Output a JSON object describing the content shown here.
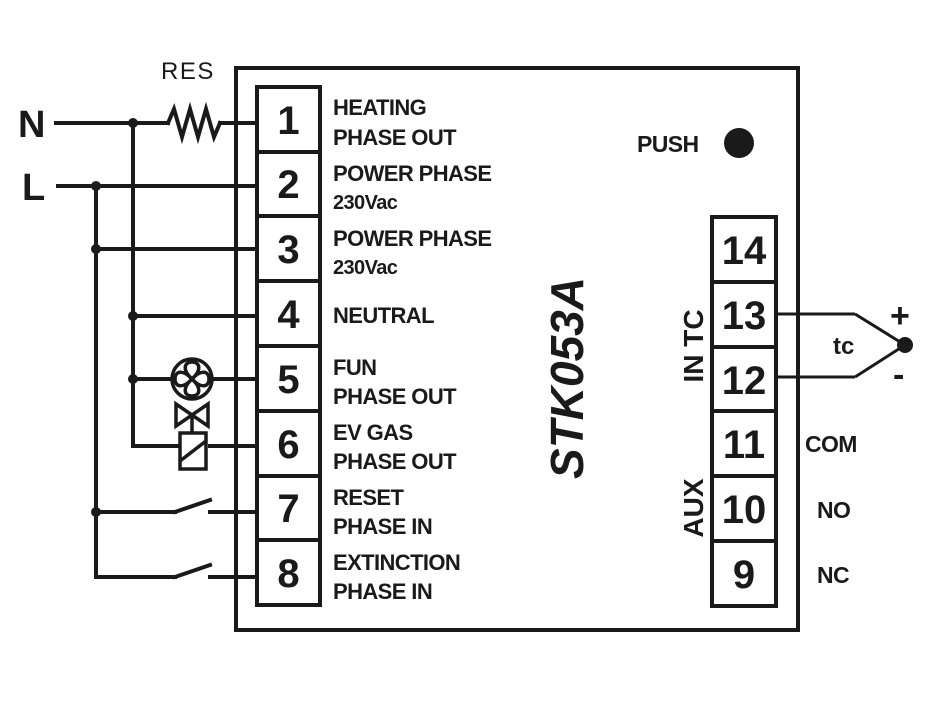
{
  "supply": {
    "n_label": "N",
    "l_label": "L",
    "resistor_label": "RES"
  },
  "device": {
    "model": "STK053A",
    "push_label": "PUSH"
  },
  "left_terminals": [
    {
      "num": "1",
      "line1": "HEATING",
      "line2": "PHASE OUT"
    },
    {
      "num": "2",
      "line1": "POWER PHASE",
      "line2": "230Vac"
    },
    {
      "num": "3",
      "line1": "POWER PHASE",
      "line2": "230Vac"
    },
    {
      "num": "4",
      "line1": "NEUTRAL",
      "line2": ""
    },
    {
      "num": "5",
      "line1": "FUN",
      "line2": "PHASE OUT"
    },
    {
      "num": "6",
      "line1": "EV GAS",
      "line2": "PHASE OUT"
    },
    {
      "num": "7",
      "line1": "RESET",
      "line2": "PHASE IN"
    },
    {
      "num": "8",
      "line1": "EXTINCTION",
      "line2": "PHASE IN"
    }
  ],
  "right_terminals": [
    {
      "num": "14",
      "label": ""
    },
    {
      "num": "13",
      "label": ""
    },
    {
      "num": "12",
      "label": ""
    },
    {
      "num": "11",
      "label": "COM"
    },
    {
      "num": "10",
      "label": "NO"
    },
    {
      "num": "9",
      "label": "NC"
    }
  ],
  "groups": {
    "intc_label": "IN TC",
    "aux_label": "AUX"
  },
  "thermocouple": {
    "label": "tc",
    "plus": "+",
    "minus": "-"
  }
}
